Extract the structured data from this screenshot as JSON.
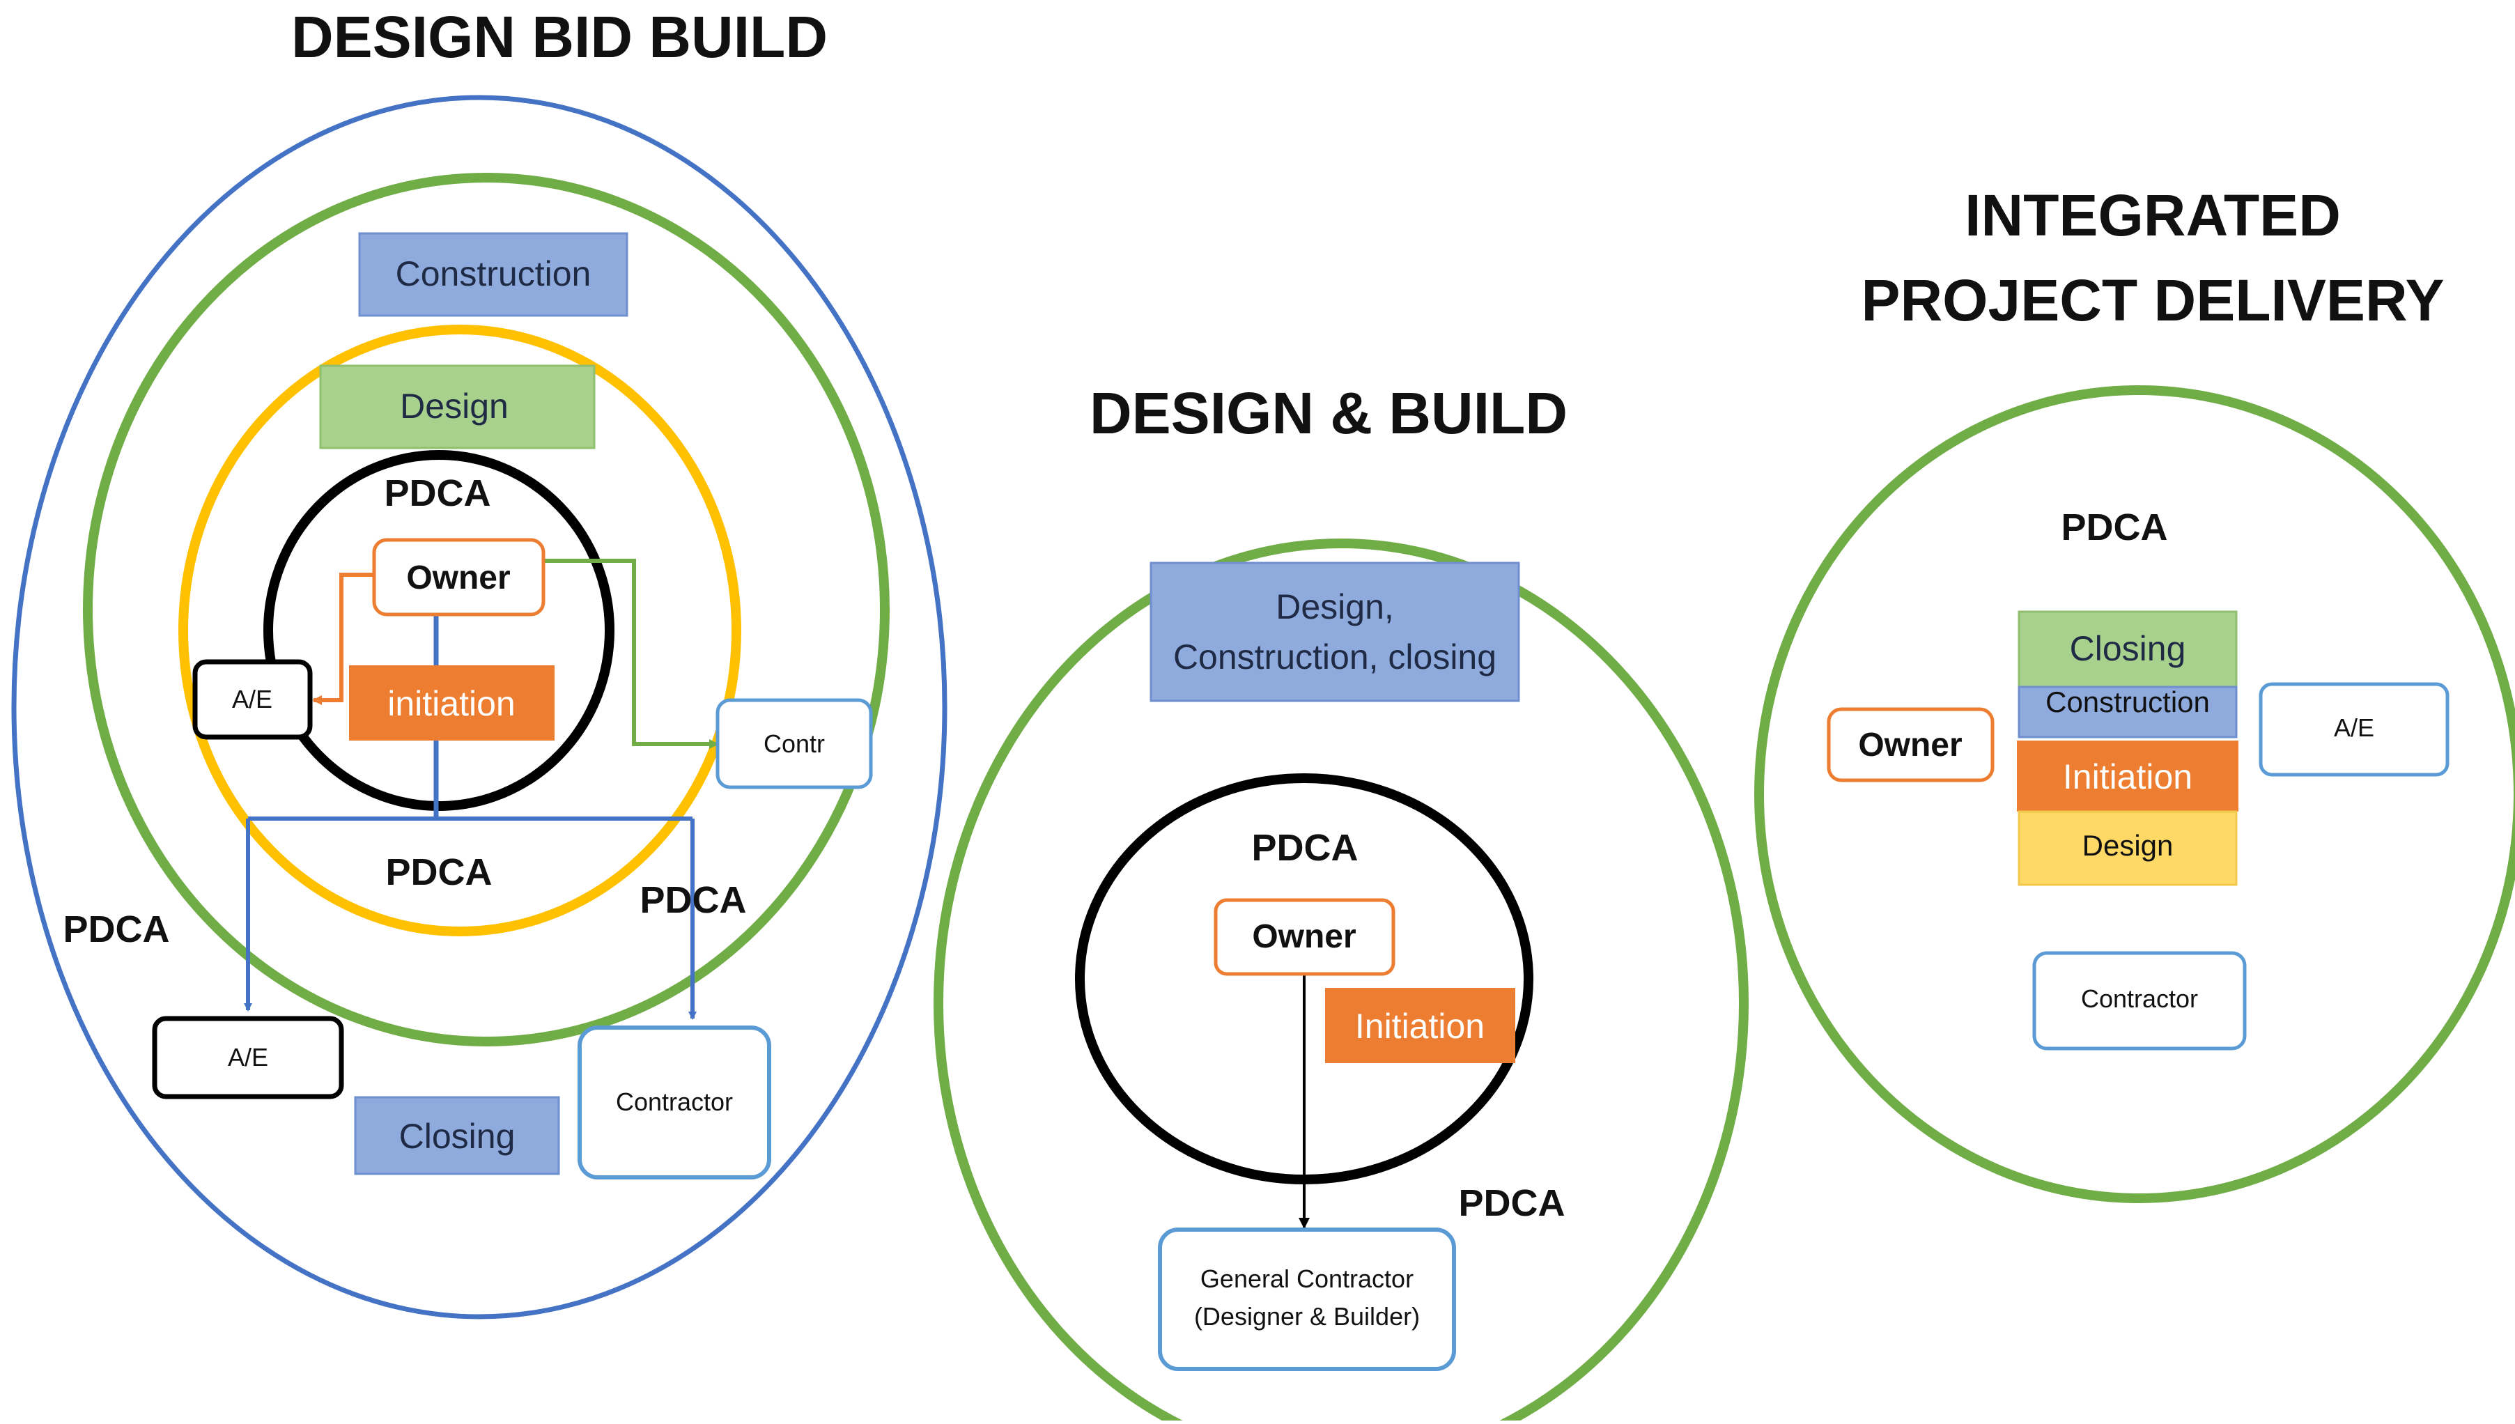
{
  "panels": {
    "dbb": {
      "title": "DESIGN BID BUILD",
      "construction": "Construction",
      "design": "Design",
      "pdca_center": "PDCA",
      "owner": "Owner",
      "ae_inner": "A/E",
      "initiation": "initiation",
      "contr": "Contr",
      "pdca_mid": "PDCA",
      "pdca_right": "PDCA",
      "pdca_outer": "PDCA",
      "ae_outer": "A/E",
      "contractor": "Contractor",
      "closing": "Closing"
    },
    "db": {
      "title": "DESIGN & BUILD",
      "phase_line1": "Design,",
      "phase_line2": "Construction, closing",
      "pdca_inner": "PDCA",
      "owner": "Owner",
      "initiation": "Initiation",
      "pdca_outer": "PDCA",
      "gc_line1": "General Contractor",
      "gc_line2": "(Designer & Builder)"
    },
    "ipd": {
      "title_line1": "INTEGRATED",
      "title_line2": "PROJECT DELIVERY",
      "pdca": "PDCA",
      "closing": "Closing",
      "construction": "Construction",
      "initiation": "Initiation",
      "design": "Design",
      "owner": "Owner",
      "ae": "A/E",
      "contractor": "Contractor"
    }
  },
  "colors": {
    "blue_ring": "#4472c4",
    "green_ring": "#70ad47",
    "yellow_ring": "#ffc000",
    "black_ring": "#000000",
    "blue_box": "#8faadc",
    "green_box": "#a9d18e",
    "orange_box": "#ed7d31",
    "yellow_box": "#ffd966",
    "box_border_orange": "#ed7d31",
    "box_border_blue": "#5b9bd5"
  }
}
